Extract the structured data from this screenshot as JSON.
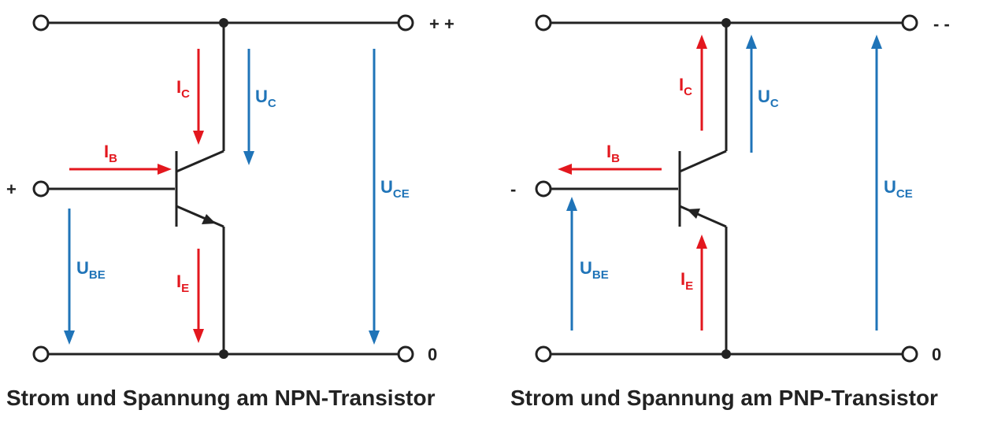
{
  "npn": {
    "caption": "Strom und Spannung am NPN-Transistor",
    "terminal_top": "+ +",
    "terminal_base": "+",
    "terminal_bottom": "0",
    "ic": {
      "main": "I",
      "sub": "C"
    },
    "ib": {
      "main": "I",
      "sub": "B"
    },
    "ie": {
      "main": "I",
      "sub": "E"
    },
    "uc": {
      "main": "U",
      "sub": "C"
    },
    "uce": {
      "main": "U",
      "sub": "CE"
    },
    "ube": {
      "main": "U",
      "sub": "BE"
    }
  },
  "pnp": {
    "caption": "Strom und Spannung am PNP-Transistor",
    "terminal_top": "- -",
    "terminal_base": "-",
    "terminal_bottom": "0",
    "ic": {
      "main": "I",
      "sub": "C"
    },
    "ib": {
      "main": "I",
      "sub": "B"
    },
    "ie": {
      "main": "I",
      "sub": "E"
    },
    "uc": {
      "main": "U",
      "sub": "C"
    },
    "uce": {
      "main": "U",
      "sub": "CE"
    },
    "ube": {
      "main": "U",
      "sub": "BE"
    }
  },
  "colors": {
    "current": "#e3171e",
    "voltage": "#1f74b8",
    "wire": "#222222"
  }
}
